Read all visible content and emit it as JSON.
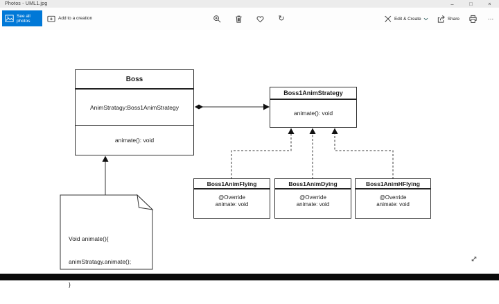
{
  "window": {
    "title": "Photos - UML1.jpg",
    "controls": {
      "minimize": "–",
      "maximize": "□",
      "close": "×"
    }
  },
  "toolbar": {
    "see_all_photos": "See all photos",
    "add_to_creation": "Add to a creation",
    "edit_create": "Edit & Create",
    "share": "Share",
    "more": "…",
    "icon_names": [
      "photos-icon",
      "add-to-creation-icon",
      "zoom-icon",
      "delete-icon",
      "favorite-icon",
      "rotate-icon",
      "edit-create-icon",
      "chevron-down-icon",
      "share-icon",
      "print-icon",
      "more-icon"
    ]
  },
  "colors": {
    "accent": "#0078d7",
    "titlebar_bg": "#ececec",
    "toolbar_bg": "#fdfdfd",
    "bottom_bar": "#0b0b0b",
    "diagram_line": "#2e2e2e"
  },
  "diagram": {
    "boss": {
      "title": "Boss",
      "attribute": "AnimStratagy:Boss1AnimStrategy",
      "method": "animate(): void"
    },
    "strategy": {
      "title": "Boss1AnimStrategy",
      "method": "animate(): void"
    },
    "implementations": [
      {
        "title": "Boss1AnimFlying",
        "annotation": "@Override",
        "method": "animate: void"
      },
      {
        "title": "Boss1AnimDying",
        "annotation": "@Override",
        "method": "animate: void"
      },
      {
        "title": "Boss1AnimHFlying",
        "annotation": "@Override",
        "method": "animate: void"
      }
    ],
    "note": {
      "lines": [
        "Void animate(){",
        "animStratagy.animate();",
        "}"
      ]
    }
  }
}
